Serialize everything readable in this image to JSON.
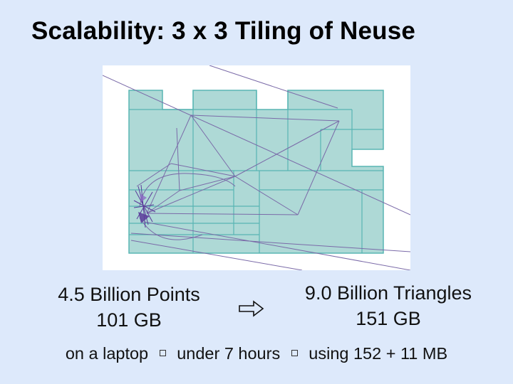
{
  "slide": {
    "title": "Scalability: 3 x 3 Tiling of Neuse"
  },
  "stats": {
    "points_label": "4.5 Billion Points",
    "points_size": "101 GB",
    "triangles_label": "9.0 Billion Triangles",
    "triangles_size": "151 GB",
    "arrow_icon": "hollow-right-arrow-icon"
  },
  "footer": {
    "part1": "on a laptop",
    "part2": "under 7 hours",
    "part3": "using 152 + 11 MB",
    "separator_icon": "small-square-icon"
  },
  "colors": {
    "background": "#dde9fb",
    "tile_fill": "#aed9d6",
    "tile_edge": "#58b5b3",
    "mesh_line": "#7a6aa8",
    "dense_mesh": "#5b3a9a"
  }
}
